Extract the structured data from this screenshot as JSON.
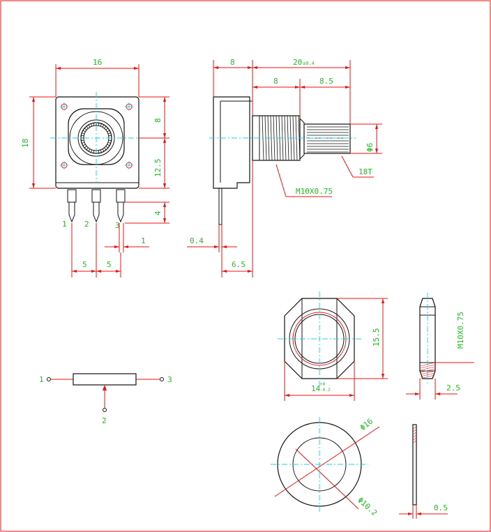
{
  "front_view": {
    "width": "16",
    "height": "18",
    "top": "8",
    "bottom": "12.5",
    "pin_len": "4",
    "pin_w": "1",
    "pitch_left": "5",
    "pitch_right": "5",
    "pins": [
      "1",
      "2",
      "3"
    ]
  },
  "side_view": {
    "body": "8",
    "total": "20",
    "total_tol": "±0.4",
    "thread_len": "8",
    "shaft_len": "8.5",
    "shaft_dia": "Φ6",
    "knurl": "18T",
    "thread": "M10X0.75",
    "pin_thick": "0.4",
    "pin_offset": "6.5"
  },
  "nut": {
    "across_flats": "15.5",
    "width": "14",
    "width_tol_top": "+0",
    "width_tol_bottom": "-0.2",
    "thread": "M10X0.75",
    "thickness": "2.5"
  },
  "washer": {
    "outer": "Φ16",
    "inner": "Φ10.2",
    "thickness": "0.5"
  },
  "schematic": {
    "pin1": "1",
    "pin2": "2",
    "pin3": "3"
  }
}
